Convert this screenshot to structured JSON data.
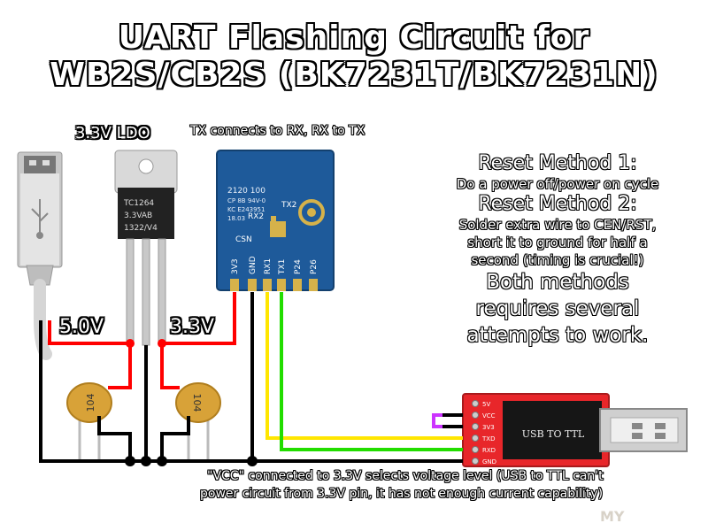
{
  "title": {
    "line1": "UART Flashing Circuit for",
    "line2": "WB2S/CB2S (BK7231T/BK7231N)"
  },
  "labels": {
    "ldo": "3.3V LDO",
    "tx_rx_note": "TX connects to RX, RX to TX",
    "v5": "5.0V",
    "v33": "3.3V"
  },
  "reset": {
    "method1_title": "Reset Method 1:",
    "method1_desc": "Do a power off/power on cycle",
    "method2_title": "Reset Method 2:",
    "method2_desc": [
      "Solder extra wire to CEN/RST,",
      "short it to ground for half a",
      "second (timing is crucial!)"
    ],
    "conclusion": [
      "Both methods",
      "requires several",
      "attempts to work."
    ]
  },
  "module": {
    "markings": [
      "2120 100",
      "CP 8B 94V-0",
      "KC E243951",
      "18.03"
    ],
    "pads": [
      "TX2",
      "RX2",
      "CSN"
    ],
    "pins": [
      "3V3",
      "GND",
      "RX1",
      "TX1",
      "P24",
      "P26"
    ]
  },
  "ldo_chip": {
    "markings": [
      "TC1264",
      "3.3VAB",
      "1322/V4"
    ]
  },
  "capacitors": [
    "104",
    "104"
  ],
  "usb_ttl": {
    "pins": [
      "5V",
      "VCC",
      "3V3",
      "TXD",
      "RXD",
      "GND"
    ],
    "label": "USB TO TTL"
  },
  "footer": {
    "line1": "\"VCC\" connected to 3.3V selects voltage level (USB to TTL can't",
    "line2": "power circuit from 3.3V pin, it has not enough current capability)"
  },
  "watermark": "MY",
  "colors": {
    "wire_red": "#ff0000",
    "wire_black": "#000000",
    "wire_yellow": "#ffe600",
    "wire_green": "#22dd00",
    "wire_magenta": "#cc33ff",
    "module_blue": "#1e5a9a",
    "usb_board_red": "#e8262a",
    "capacitor": "#d8a238"
  }
}
